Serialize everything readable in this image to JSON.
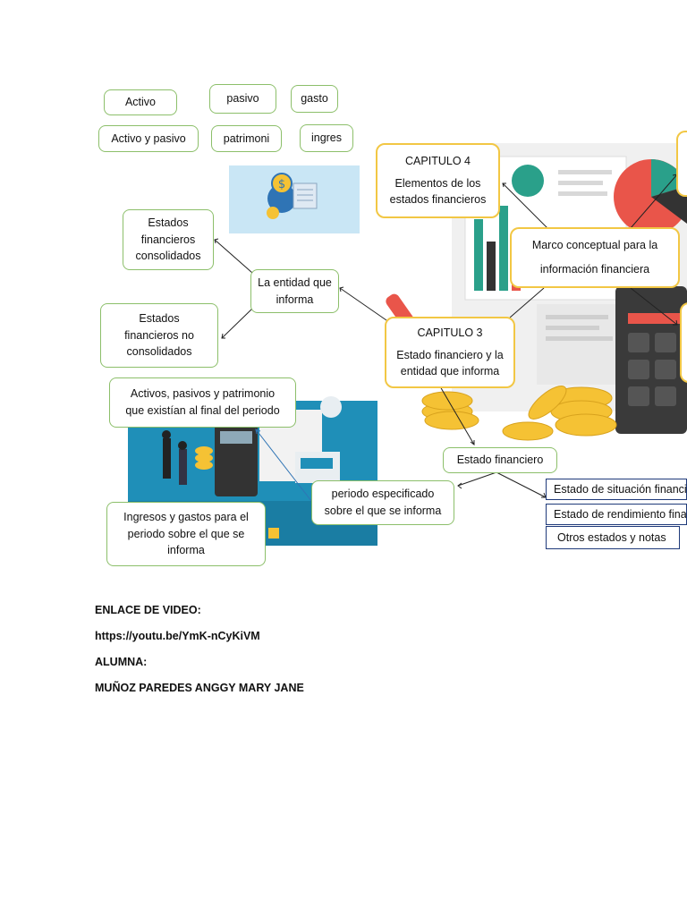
{
  "vocab": {
    "activo": "Activo",
    "pasivo": "pasivo",
    "gasto": "gasto",
    "activo_pasivo": "Activo y pasivo",
    "patrimoni": "patrimoni",
    "ingres": "ingres"
  },
  "nodes": {
    "capitulo4_title": "CAPITULO 4",
    "capitulo4_text": "Elementos de los estados financieros",
    "marco": "Marco conceptual para la información financiera",
    "capitulo3_title": "CAPITULO 3",
    "capitulo3_text": "Estado financiero y la entidad que informa",
    "entidad": "La entidad que informa",
    "consolidados": "Estados financieros consolidados",
    "no_consolidados": "Estados financieros no consolidados",
    "activos_patrimonio": "Activos, pasivos y patrimonio que existían al final del periodo",
    "estado_financiero": "Estado financiero",
    "periodo": "periodo especificado sobre el que se informa",
    "ingresos_gastos": "Ingresos y gastos para el periodo sobre el que se informa",
    "situacion": "Estado de situación financiera",
    "rendimiento": "Estado de rendimiento financiero",
    "otros": "Otros estados y notas"
  },
  "footer": {
    "video_label": "ENLACE DE VIDEO:",
    "video_url": "https://youtu.be/YmK-nCyKiVM",
    "alumna_label": "ALUMNA:",
    "alumna_name": "MUÑOZ PAREDES ANGGY MARY JANE"
  },
  "icons": [
    "dollar-gear-icon",
    "finance-report-illustration",
    "business-people-illustration",
    "calculator-icon",
    "coins-icon",
    "pie-chart-icon",
    "bar-chart-icon"
  ],
  "colors": {
    "green_border": "#8cbf6a",
    "yellow_border": "#f2c744",
    "blue_border": "#1f3a7a",
    "coin": "#f5c234",
    "calc": "#3a3a3a"
  }
}
